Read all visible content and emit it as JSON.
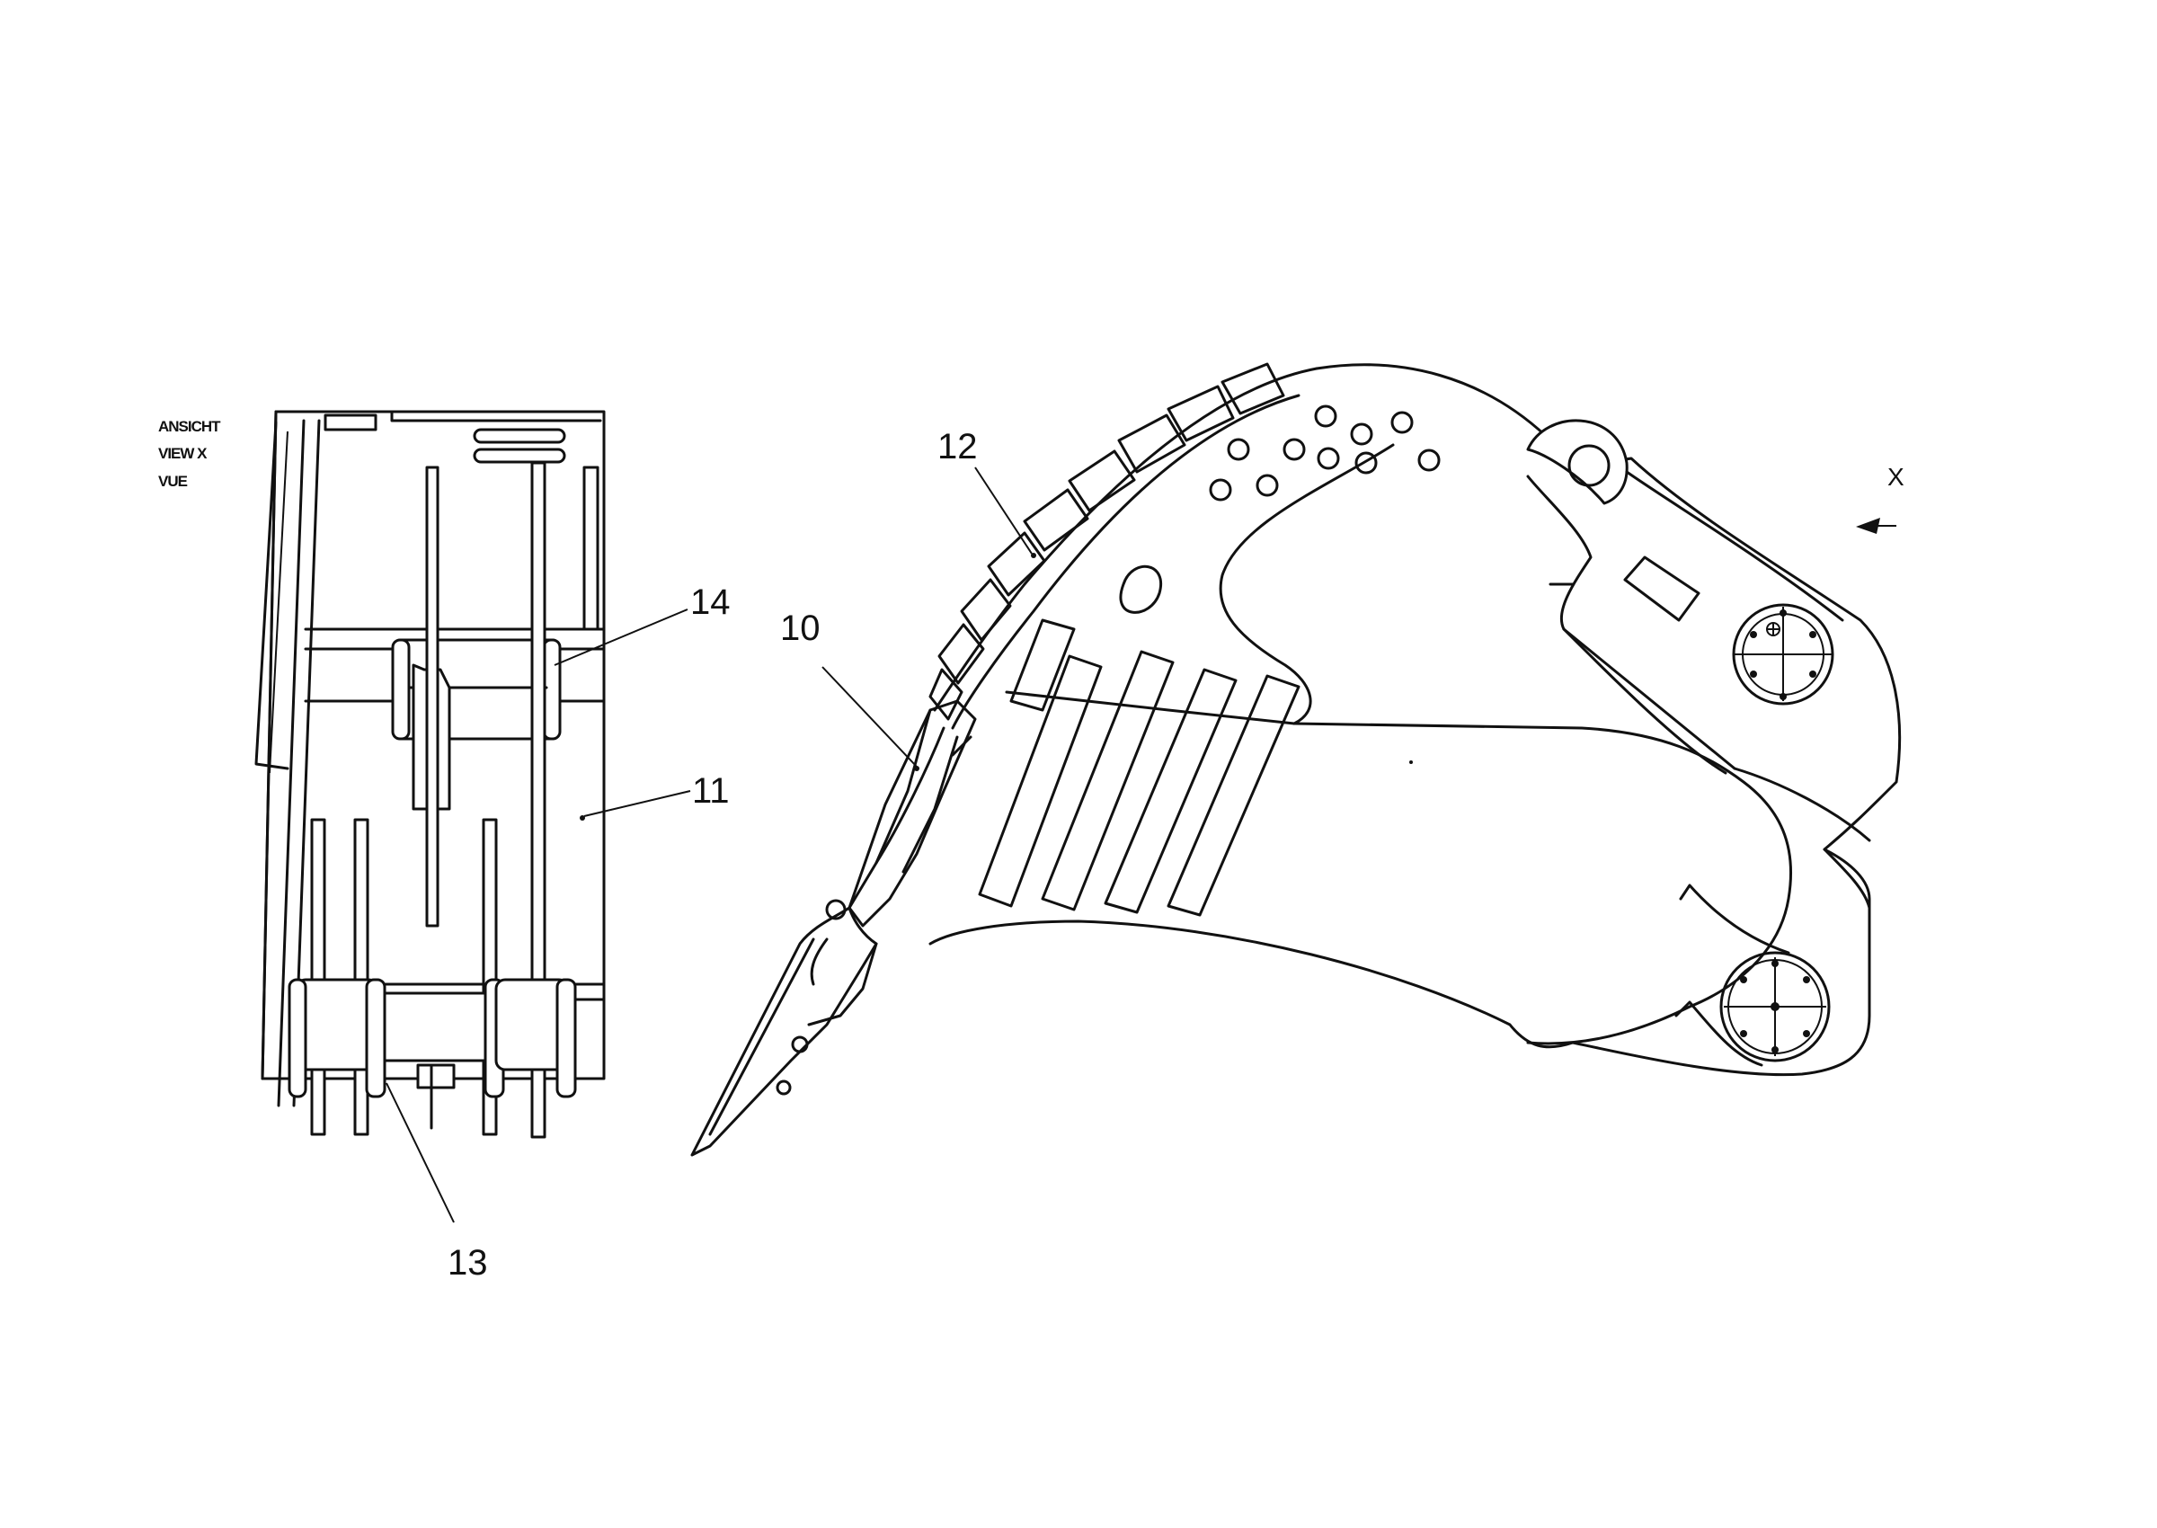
{
  "view_caption": {
    "line1": "ANSICHT",
    "line2": "VIEW X",
    "line3": "VUE"
  },
  "reference_numerals": {
    "n10": "10",
    "n11": "11",
    "n12": "12",
    "n13": "13",
    "n14": "14"
  },
  "view_marker": {
    "letter": "X"
  }
}
